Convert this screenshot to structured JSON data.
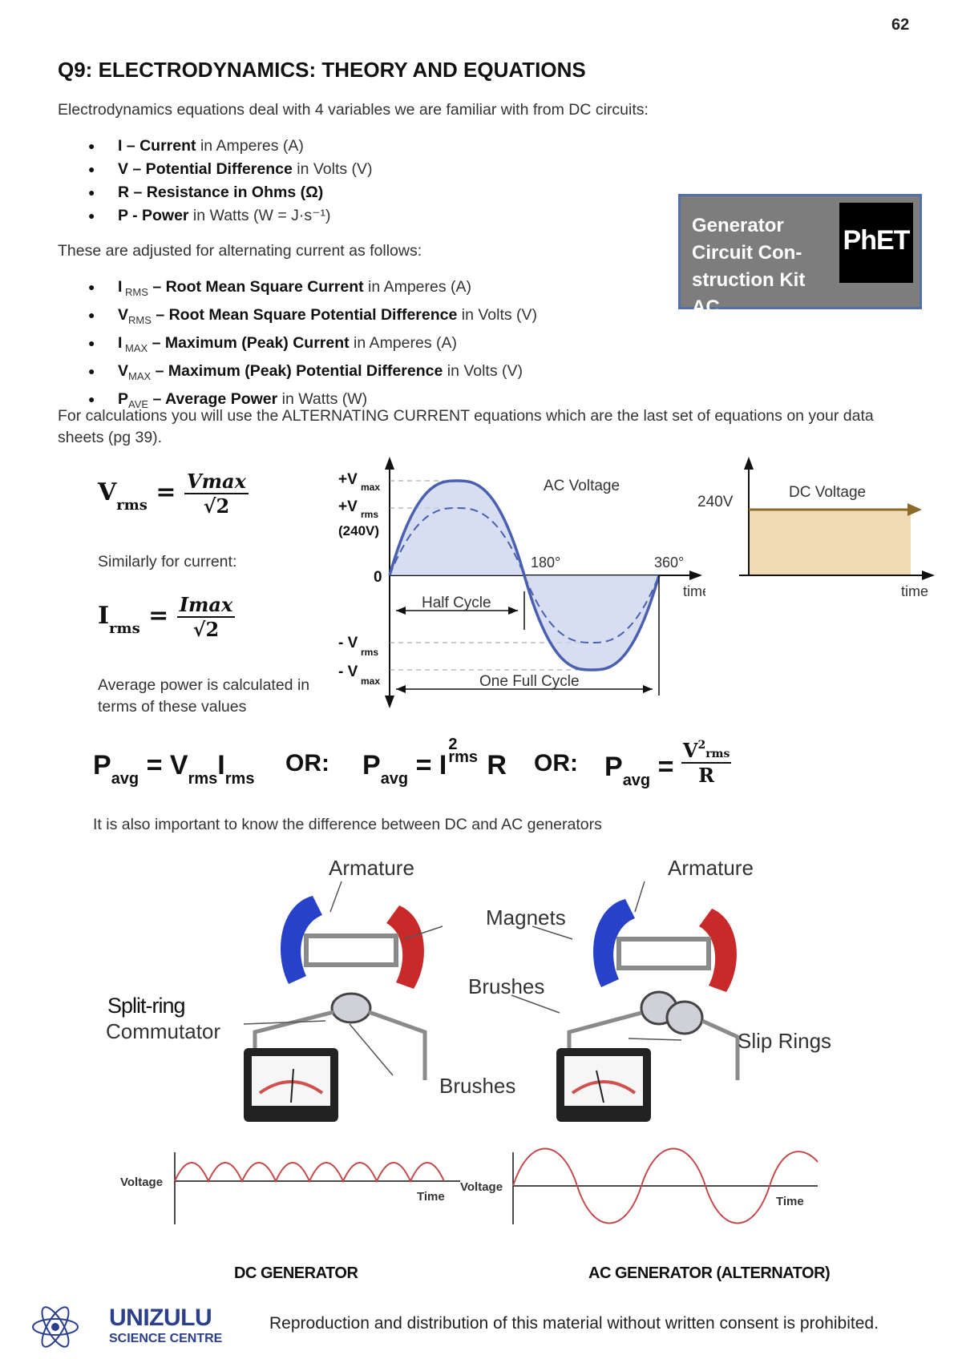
{
  "page_number": "62",
  "title": "Q9: ELECTRODYNAMICS: THEORY AND EQUATIONS",
  "intro": "Electrodynamics equations deal with 4 variables we are familiar with from DC circuits:",
  "dc_vars": [
    {
      "bold": "I – Current",
      "rest": " in Amperes (A)"
    },
    {
      "bold": "V – Potential Difference",
      "rest": " in Volts (V)"
    },
    {
      "bold": "R – Resistance in Ohms (Ω)",
      "rest": ""
    },
    {
      "bold": "P - Power",
      "rest": " in Watts (W = J·s⁻¹)"
    }
  ],
  "ac_intro": "These are adjusted for alternating current as follows:",
  "ac_vars": [
    {
      "sym": "I",
      "sub": " RMS",
      "bold": " – Root Mean Square Current",
      "rest": " in Amperes (A)"
    },
    {
      "sym": "V",
      "sub": "RMS",
      "bold": " – Root Mean Square Potential Difference",
      "rest": " in Volts (V)"
    },
    {
      "sym": "I",
      "sub": " MAX",
      "bold": " – Maximum (Peak) Current",
      "rest": " in Amperes (A)"
    },
    {
      "sym": "V",
      "sub": "MAX",
      "bold": " – Maximum (Peak) Potential Difference",
      "rest": " in Volts (V)"
    },
    {
      "sym": "P",
      "sub": "AVE",
      "bold": " – Average Power",
      "rest": " in Watts (W)"
    }
  ],
  "phet": {
    "label": "Generator Circuit Con-struction Kit AC",
    "logo": "PhET"
  },
  "calc_note": "For calculations you will use the ALTERNATING CURRENT equations which are the last set of equations on your data sheets (pg 39).",
  "formulas": {
    "vrms_lhs": "V",
    "vrms_lhs_sub": "rms",
    "vrms_num": "Vmax",
    "vrms_den": "√2",
    "similar": "Similarly for current:",
    "irms_lhs": "I",
    "irms_lhs_sub": "rms",
    "irms_num": "Imax",
    "irms_den": "√2",
    "avg_note": "Average power is calculated in terms of these values",
    "pavg1": "P",
    "avg": "avg",
    "eq1_rhs_v": "= V",
    "rms": "rms",
    "eq1_rhs_i": "I",
    "or": "OR:",
    "eq2_rhs": "= I",
    "eq2_sup": "2",
    "eq2_tail": "R",
    "eq3_eq": "=",
    "eq3_num": "V",
    "eq3_den": "R"
  },
  "ac_diagram": {
    "v_max": "+V",
    "v_max_sub": "max",
    "v_rms": "+V",
    "v_rms_sub": "rms",
    "v_rms_note": "(240V)",
    "zero": "0",
    "neg_rms": "- V",
    "neg_max": "- V",
    "title": "AC Voltage",
    "deg180": "180°",
    "deg360": "360°",
    "time": "time",
    "half_cycle": "Half Cycle",
    "full_cycle": "One Full Cycle"
  },
  "dc_diagram": {
    "level": "240V",
    "title": "DC Voltage",
    "time": "time"
  },
  "gen_intro": "It is also important to know the difference between DC and AC generators",
  "gen_labels": {
    "armature": "Armature",
    "magnets": "Magnets",
    "brushes": "Brushes",
    "split_ring": "Split-ring",
    "commutator": "Commutator",
    "slip_rings": "Slip Rings",
    "voltage": "Voltage",
    "time": "Time"
  },
  "dc_caption": "DC GENERATOR",
  "ac_caption": "AC GENERATOR (ALTERNATOR)",
  "logo": {
    "line1": "UNIZULU",
    "line2": "SCIENCE CENTRE"
  },
  "footer": "Reproduction and distribution of this material without written consent is prohibited.",
  "colors": {
    "wave": "#4a5fb0",
    "wave_fill": "#c9d3ec",
    "dc_fill": "#f0d9b5",
    "dc_arrow": "#8c6a2a",
    "phet_bg": "#7d7d7d",
    "phet_border": "#5470a8",
    "logo_blue": "#2b3f8c",
    "magnet_blue": "#2742c8",
    "magnet_red": "#c82a2a"
  }
}
